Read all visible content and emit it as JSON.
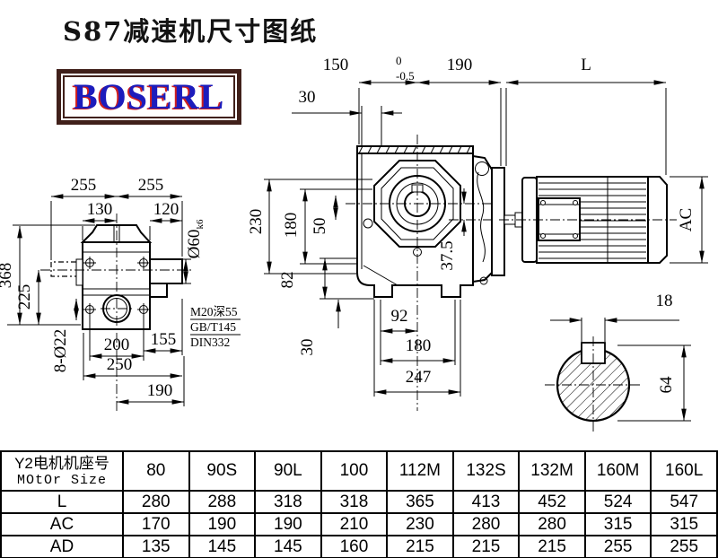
{
  "title": "S87减速机尺寸图纸",
  "logo": {
    "text": "BOSERL",
    "text_color": "#1c1cbc",
    "shadow_color": "#cf1f1f",
    "border_color": "#40201a"
  },
  "line_color": "#000000",
  "side_view": {
    "d255l": "255",
    "d255r": "255",
    "d130": "130",
    "d120": "120",
    "d60": "Ø60",
    "d60sub": "k6",
    "d368": "368",
    "d225": "225",
    "d822": "8-Ø22",
    "d200": "200",
    "d155": "155",
    "d250": "250",
    "d190": "190",
    "note1": "M20深55",
    "note2": "GB/T145",
    "note3": "DIN332"
  },
  "front_view": {
    "d30t": "30",
    "d150": "150",
    "tol_high": "0",
    "tol_low": "-0.5",
    "d190": "190",
    "d230": "230",
    "d180l": "180",
    "d50": "50",
    "d82": "82",
    "d30b": "30",
    "d375": "37.5",
    "d92": "92",
    "d180b": "180",
    "d247": "247"
  },
  "motor_view": {
    "dL": "L",
    "dAC": "AC"
  },
  "shaft_section": {
    "d18": "18",
    "d64": "64"
  },
  "table": {
    "header": {
      "cn": "Y2电机机座号",
      "en": "MOtOr Size"
    },
    "columns": [
      "80",
      "90S",
      "90L",
      "100",
      "112M",
      "132S",
      "132M",
      "160M",
      "160L"
    ],
    "rows": [
      {
        "label": "L",
        "values": [
          "280",
          "288",
          "318",
          "318",
          "365",
          "413",
          "452",
          "524",
          "547"
        ]
      },
      {
        "label": "AC",
        "values": [
          "170",
          "190",
          "190",
          "210",
          "230",
          "280",
          "280",
          "315",
          "315"
        ]
      },
      {
        "label": "AD",
        "values": [
          "135",
          "145",
          "145",
          "160",
          "215",
          "215",
          "215",
          "255",
          "255"
        ]
      }
    ]
  }
}
